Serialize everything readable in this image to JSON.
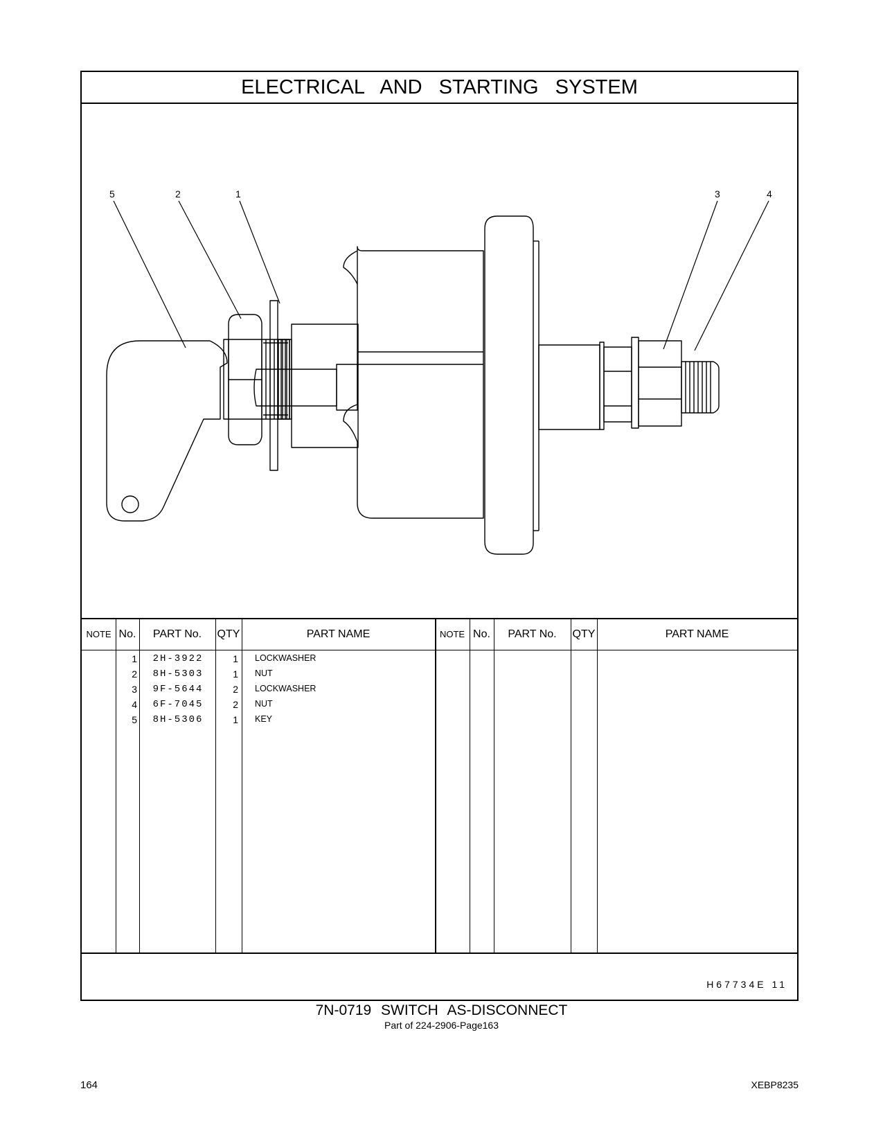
{
  "section_title": "ELECTRICAL AND STARTING SYSTEM",
  "callouts": [
    "5",
    "2",
    "1",
    "3",
    "4"
  ],
  "table": {
    "headers": {
      "note": "NOTE",
      "no": "No.",
      "part_no": "PART No.",
      "qty": "QTY",
      "part_name": "PART NAME"
    },
    "rows": [
      {
        "no": "1",
        "part_no": "2H-3922",
        "qty": "1",
        "name": "LOCKWASHER"
      },
      {
        "no": "2",
        "part_no": "8H-5303",
        "qty": "1",
        "name": "NUT"
      },
      {
        "no": "3",
        "part_no": "9F-5644",
        "qty": "2",
        "name": "LOCKWASHER"
      },
      {
        "no": "4",
        "part_no": "6F-7045",
        "qty": "2",
        "name": "NUT"
      },
      {
        "no": "5",
        "part_no": "8H-5306",
        "qty": "1",
        "name": "KEY"
      }
    ]
  },
  "illustration_ref": "H67734E 11",
  "subassembly_title": "7N-0719 SWITCH AS-DISCONNECT",
  "subassembly_ref": "Part of 224-2906-Page163",
  "page_number": "164",
  "document_code": "XEBP8235"
}
